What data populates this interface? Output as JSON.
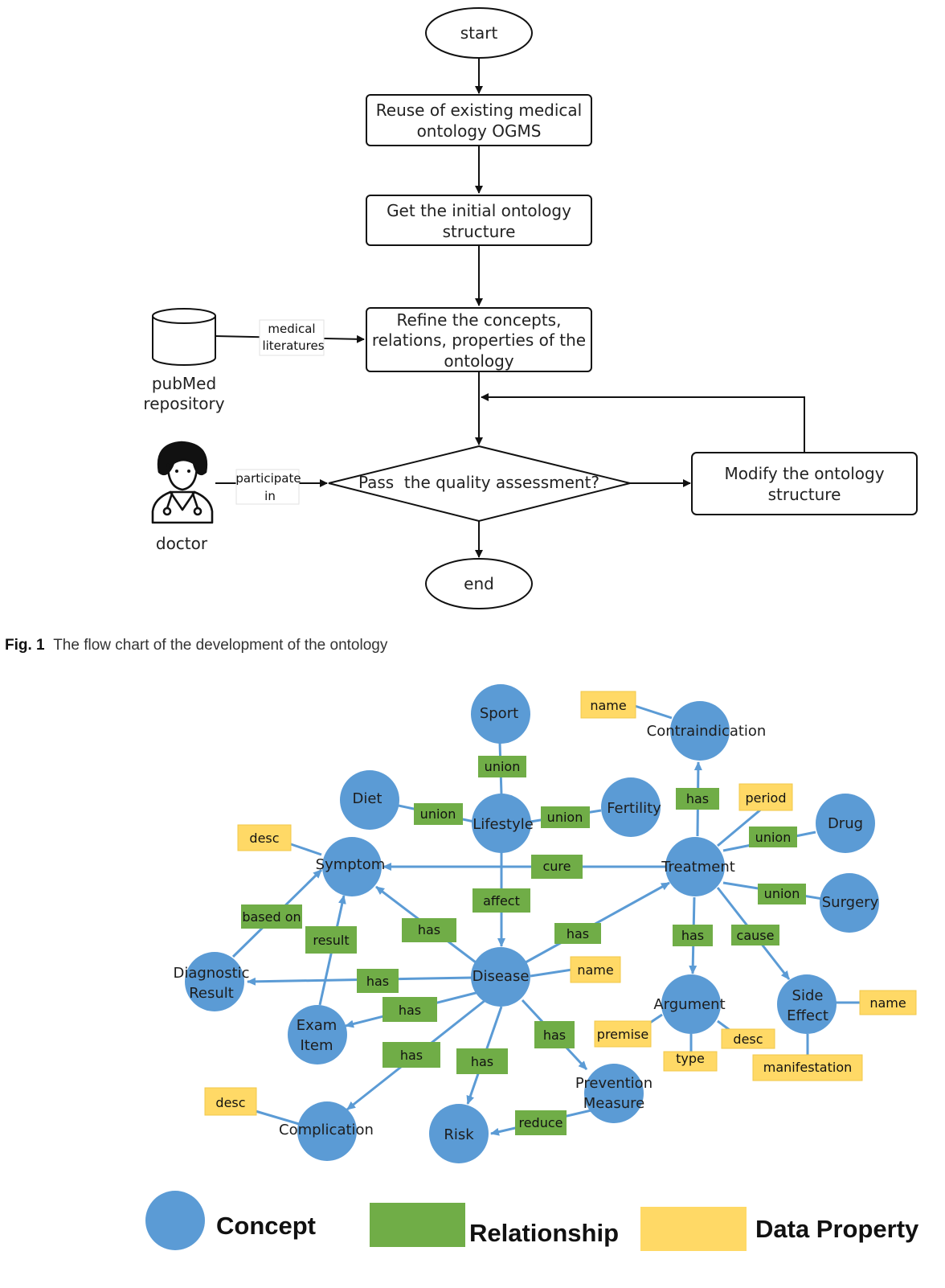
{
  "flowchart": {
    "start": "start",
    "step1": [
      "Reuse of existing medical",
      "ontology OGMS"
    ],
    "step2": [
      "Get the initial ontology",
      "structure"
    ],
    "step3": [
      "Refine the concepts,",
      "relations, properties of the",
      "ontology"
    ],
    "decision": "Pass  the quality assessment?",
    "modify": [
      "Modify the ontology",
      "structure"
    ],
    "end": "end",
    "repo_label": [
      "pubMed",
      "repository"
    ],
    "repo_edge": [
      "medical",
      "literatures"
    ],
    "doctor_label": "doctor",
    "doctor_edge": [
      "participate",
      "in"
    ]
  },
  "caption": {
    "label": "Fig. 1",
    "text": "The flow chart of the development of the ontology"
  },
  "colors": {
    "concept": "#5b9bd5",
    "relationship": "#70ad47",
    "property": "#ffd966",
    "edge": "#5b9bd5"
  },
  "ontology": {
    "concepts": {
      "sport": "Sport",
      "contraindication": "Contraindication",
      "diet": "Diet",
      "lifestyle": "Lifestyle",
      "fertility": "Fertility",
      "drug": "Drug",
      "symptom": "Symptom",
      "treatment": "Treatment",
      "surgery": "Surgery",
      "disease": "Disease",
      "diagnostic": [
        "Diagnostic",
        "Result"
      ],
      "exam": [
        "Exam",
        "Item"
      ],
      "argument": "Argument",
      "side_effect": [
        "Side",
        "Effect"
      ],
      "prevention": [
        "Prevention",
        "Measure"
      ],
      "complication": "Complication",
      "risk": "Risk"
    },
    "relationships": {
      "sport_lifestyle": "union",
      "diet_lifestyle": "union",
      "lifestyle_fertility": "union",
      "treatment_contra": "has",
      "treatment_drug": "union",
      "treatment_symptom": "cure",
      "lifestyle_disease": "affect",
      "treatment_surgery": "union",
      "diag_symptom": "based on",
      "exam_symptom": "result",
      "disease_symptom": "has",
      "disease_treatment": "has",
      "treatment_argument": "has",
      "treatment_side": "cause",
      "disease_diag": "has",
      "disease_exam": "has",
      "disease_prevention": "has",
      "disease_complication": "has",
      "disease_risk": "has",
      "prevention_risk": "reduce"
    },
    "properties": {
      "contra_name": "name",
      "treatment_period": "period",
      "symptom_desc": "desc",
      "disease_name": "name",
      "side_name": "name",
      "arg_premise": "premise",
      "arg_desc": "desc",
      "arg_type": "type",
      "side_manifestation": "manifestation",
      "complication_desc": "desc"
    }
  },
  "legend": {
    "concept": "Concept",
    "relationship": "Relationship",
    "property": "Data Property"
  }
}
